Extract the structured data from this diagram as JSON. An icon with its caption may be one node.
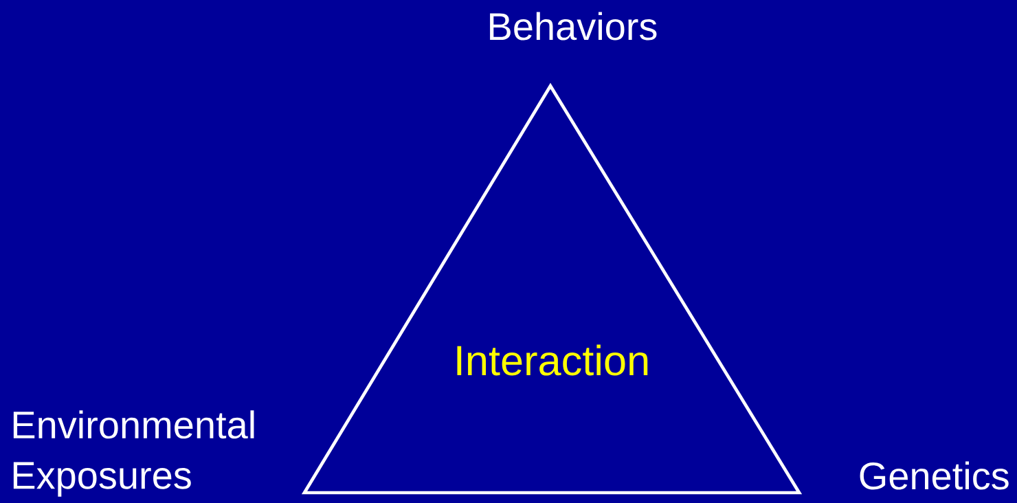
{
  "diagram": {
    "nodes": [
      {
        "text": [
          "Interaction"
        ]
      }
    ],
    "labels": [
      "Behaviors",
      "Environmental Exposures",
      "Genetics"
    ]
  }
}
